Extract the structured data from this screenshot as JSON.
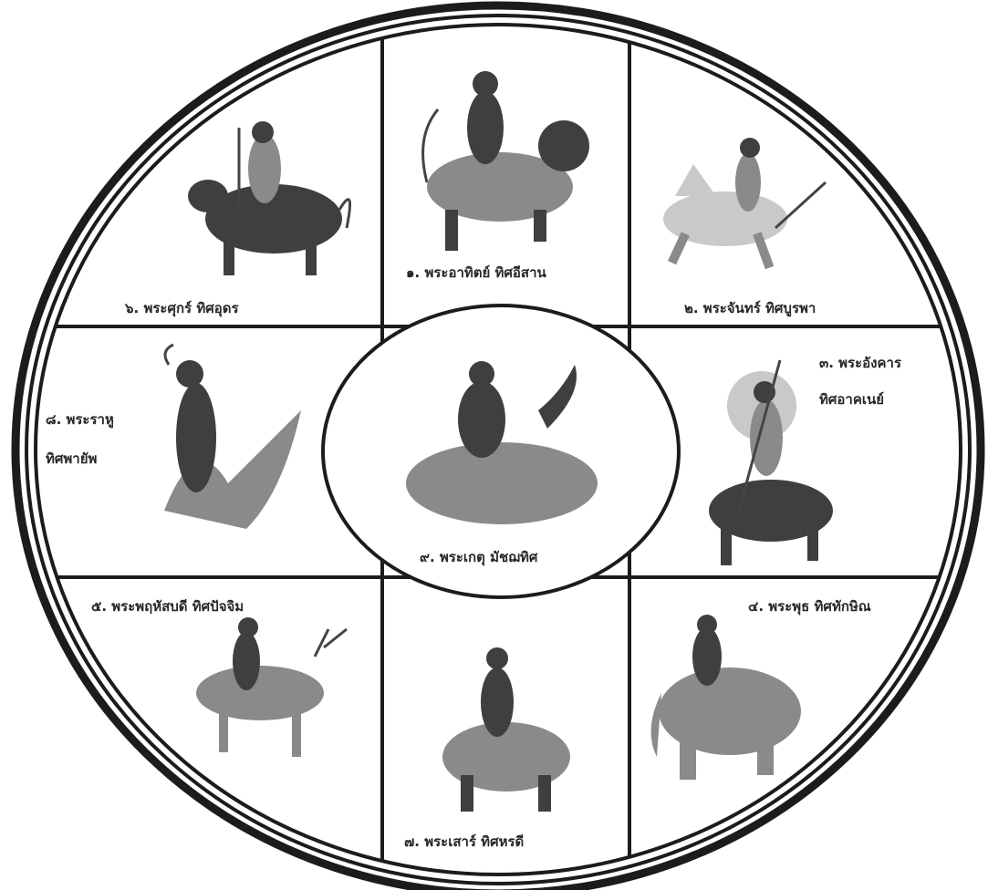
{
  "diagram": {
    "center": {
      "label": "๙. พระเกตุ มัชฌทิศ",
      "icon": "deity-riding-naga-serpent-icon"
    },
    "cells": [
      {
        "id": "north",
        "label": "๖. พระศุกร์ ทิศอุดร",
        "icon": "deity-riding-ox-icon"
      },
      {
        "id": "northeast",
        "label": "๑. พระอาทิตย์ ทิศอีสาน",
        "icon": "deity-riding-lion-icon"
      },
      {
        "id": "east",
        "label": "๒. พระจันทร์ ทิศบูรพา",
        "icon": "deity-riding-horse-icon"
      },
      {
        "id": "west-line1",
        "label": "๘. พระราหู"
      },
      {
        "id": "west-line2",
        "label": "ทิศพายัพ",
        "icon": "deity-riding-garuda-icon"
      },
      {
        "id": "southeast-line1",
        "label": "๓. พระอังคาร"
      },
      {
        "id": "southeast-line2",
        "label": "ทิศอาคเนย์",
        "icon": "deity-riding-buffalo-icon"
      },
      {
        "id": "southwest",
        "label": "๕. พระพฤหัสบดี ทิศปัจจิม",
        "icon": "deity-riding-deer-icon"
      },
      {
        "id": "south",
        "label": "๗. พระเสาร์ ทิศหรดี",
        "icon": "deity-riding-tiger-icon"
      },
      {
        "id": "southeast",
        "label": "๔. พระพุธ ทิศทักษิณ",
        "icon": "deity-riding-elephant-icon"
      }
    ]
  }
}
